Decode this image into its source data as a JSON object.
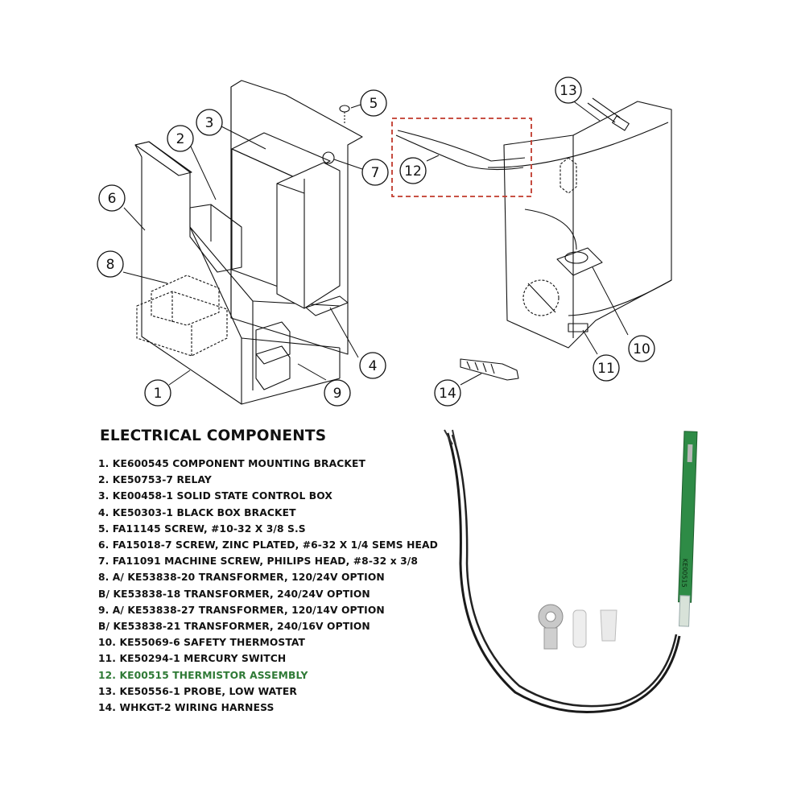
{
  "callouts": [
    "1",
    "2",
    "3",
    "4",
    "5",
    "6",
    "7",
    "8",
    "9",
    "10",
    "11",
    "12",
    "13",
    "14"
  ],
  "heading": "ELECTRICAL COMPONENTS",
  "parts": [
    {
      "text": "1. KE600545 COMPONENT MOUNTING BRACKET",
      "highlight": false
    },
    {
      "text": "2. KE50753-7 RELAY",
      "highlight": false
    },
    {
      "text": "3. KE00458-1 SOLID STATE CONTROL BOX",
      "highlight": false
    },
    {
      "text": "4. KE50303-1 BLACK BOX BRACKET",
      "highlight": false
    },
    {
      "text": "5. FA11145 SCREW, #10-32 X 3/8 S.S",
      "highlight": false
    },
    {
      "text": "6. FA15018-7 SCREW, ZINC PLATED, #6-32 X 1/4 SEMS HEAD",
      "highlight": false
    },
    {
      "text": "7. FA11091 MACHINE SCREW, PHILIPS HEAD, #8-32 x 3/8",
      "highlight": false
    },
    {
      "text": "8. A/ KE53838-20 TRANSFORMER, 120/24V OPTION",
      "highlight": false
    },
    {
      "text": "B/ KE53838-18 TRANSFORMER, 240/24V OPTION",
      "highlight": false
    },
    {
      "text": "9. A/ KE53838-27 TRANSFORMER, 120/14V OPTION",
      "highlight": false
    },
    {
      "text": "B/ KE53838-21 TRANSFORMER, 240/16V OPTION",
      "highlight": false
    },
    {
      "text": "10. KE55069-6 SAFETY THERMOSTAT",
      "highlight": false
    },
    {
      "text": "11. KE50294-1 MERCURY SWITCH",
      "highlight": false
    },
    {
      "text": "12. KE00515 THERMISTOR ASSEMBLY",
      "highlight": true
    },
    {
      "text": "13. KE50556-1 PROBE, LOW WATER",
      "highlight": false
    },
    {
      "text": "14. WHKGT-2 WIRING HARNESS",
      "highlight": false
    }
  ],
  "thermistor_label": "KE00515",
  "colors": {
    "highlight": "#2f7a36",
    "line": "#111111",
    "dashed_box": "#c0392b",
    "board": "#2e8b46"
  }
}
